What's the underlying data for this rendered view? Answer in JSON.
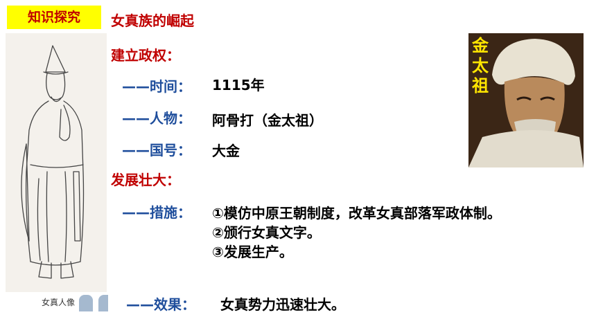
{
  "header": {
    "tag": "知识探究",
    "title": "女真族的崛起"
  },
  "section1": {
    "heading": "建立政权："
  },
  "time": {
    "label": "——时间：",
    "value": "1115年"
  },
  "person": {
    "label": "——人物：",
    "value": "阿骨打（金太祖）"
  },
  "country": {
    "label": "——国号：",
    "value": "大金"
  },
  "section2": {
    "heading": "发展壮大："
  },
  "measures": {
    "label": "——措施：",
    "items": [
      "①模仿中原王朝制度，改革女真部落军政体制。",
      "②颁行女真文字。",
      "③发展生产。"
    ]
  },
  "effect": {
    "label": "——效果：",
    "value": "女真势力迅速壮大。"
  },
  "sketch": {
    "caption": "女真人像"
  },
  "portrait": {
    "label": "金太祖"
  },
  "colors": {
    "red": "#c00000",
    "blue": "#1f4e9c",
    "yellow": "#ffff00"
  }
}
